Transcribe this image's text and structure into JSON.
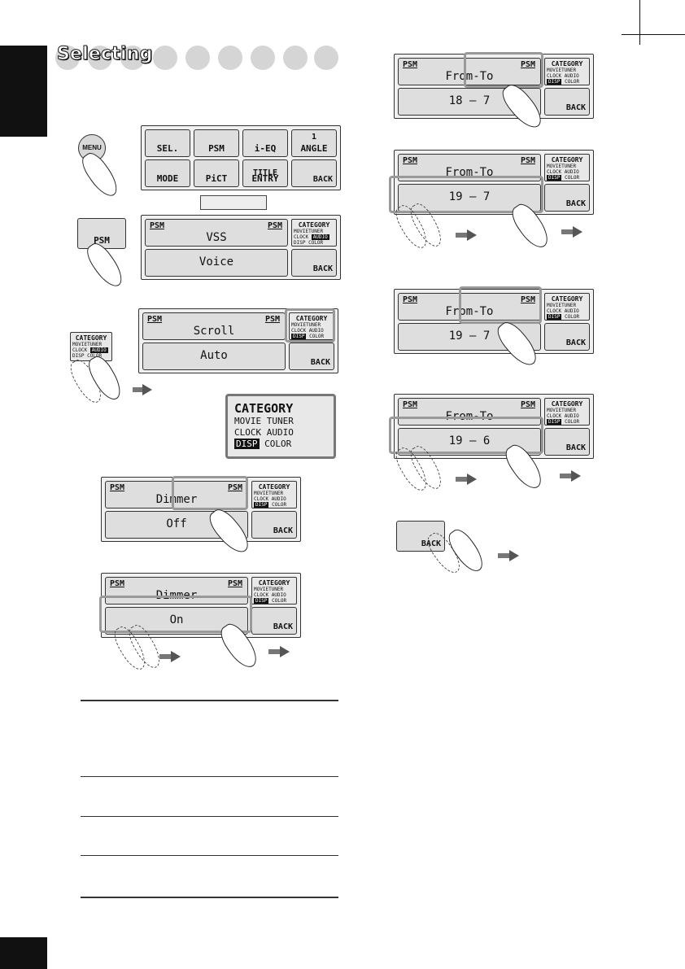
{
  "section": {
    "title": "Selecting"
  },
  "menu_knob": {
    "label": "MENU"
  },
  "menu_screen": {
    "row1": [
      "SEL.",
      "PSM",
      "i-EQ",
      "1\nANGLE"
    ],
    "row1_top": [
      "",
      "",
      "",
      "1"
    ],
    "row1_bot": [
      "SEL.",
      "PSM",
      "i-EQ",
      "ANGLE"
    ],
    "row2": [
      "MODE",
      "PiCT",
      "TITLE ENTRY",
      "BACK"
    ],
    "title_top": "TITLE",
    "title_bot": "ENTRY"
  },
  "psm_button": {
    "label": "PSM"
  },
  "category_key": {
    "title": "CATEGORY",
    "r1a": "MOVIE",
    "r1b": "TUNER",
    "r2a": "CLOCK",
    "r2b": "AUDIO",
    "r3a": "DISP",
    "r3b": "COLOR"
  },
  "psm_screen_label": "PSM",
  "back_label": "BACK",
  "screens": {
    "s1": {
      "top": "VSS",
      "bottom": "Voice"
    },
    "s2": {
      "top": "Scroll",
      "bottom": "Auto"
    },
    "s3": {
      "top": "Dimmer",
      "bottom": "Off"
    },
    "s4": {
      "top": "Dimmer",
      "bottom": "On"
    },
    "r1": {
      "top": "From-To",
      "left": "18",
      "dash": "–",
      "right": "7"
    },
    "r2": {
      "top": "From-To",
      "left": "19",
      "dash": "–",
      "right": "7"
    },
    "r3": {
      "top": "From-To",
      "left": "19",
      "dash": "–",
      "right": "7"
    },
    "r4": {
      "top": "From-To",
      "left": "19",
      "dash": "–",
      "right": "6"
    }
  }
}
